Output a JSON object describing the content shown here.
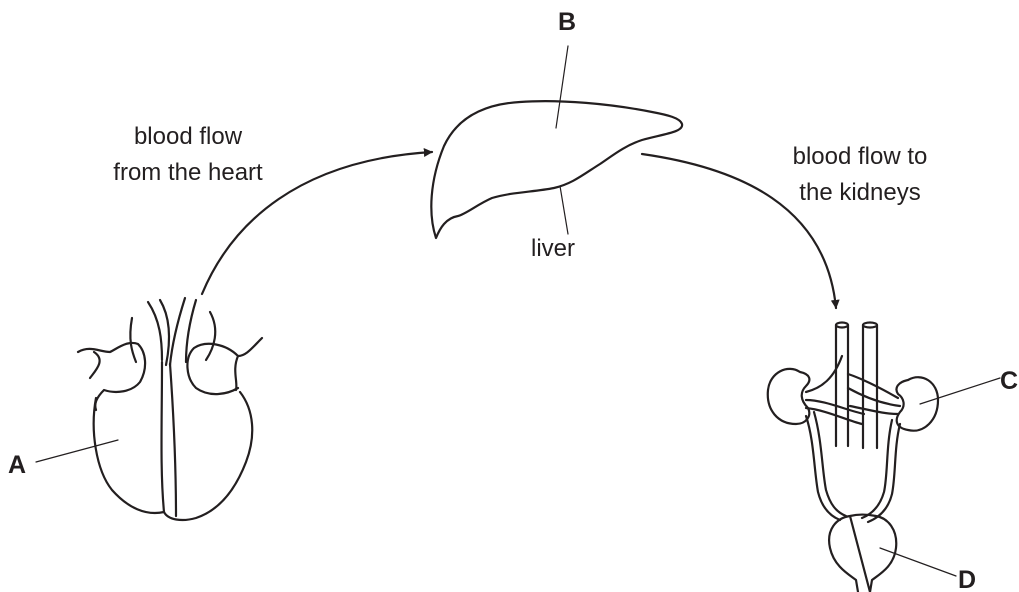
{
  "labels": {
    "A": "A",
    "B": "B",
    "C": "C",
    "D": "D",
    "liver": "liver",
    "flow_from_heart": [
      "blood flow",
      "from the heart"
    ],
    "flow_to_kidneys": [
      "blood flow to",
      "the kidneys"
    ]
  },
  "organs": {
    "heart": "heart-drawing",
    "liver": "liver-drawing",
    "kidneys": "kidneys-and-bladder-drawing"
  },
  "colors": {
    "ink": "#231f20",
    "background": "#ffffff"
  }
}
